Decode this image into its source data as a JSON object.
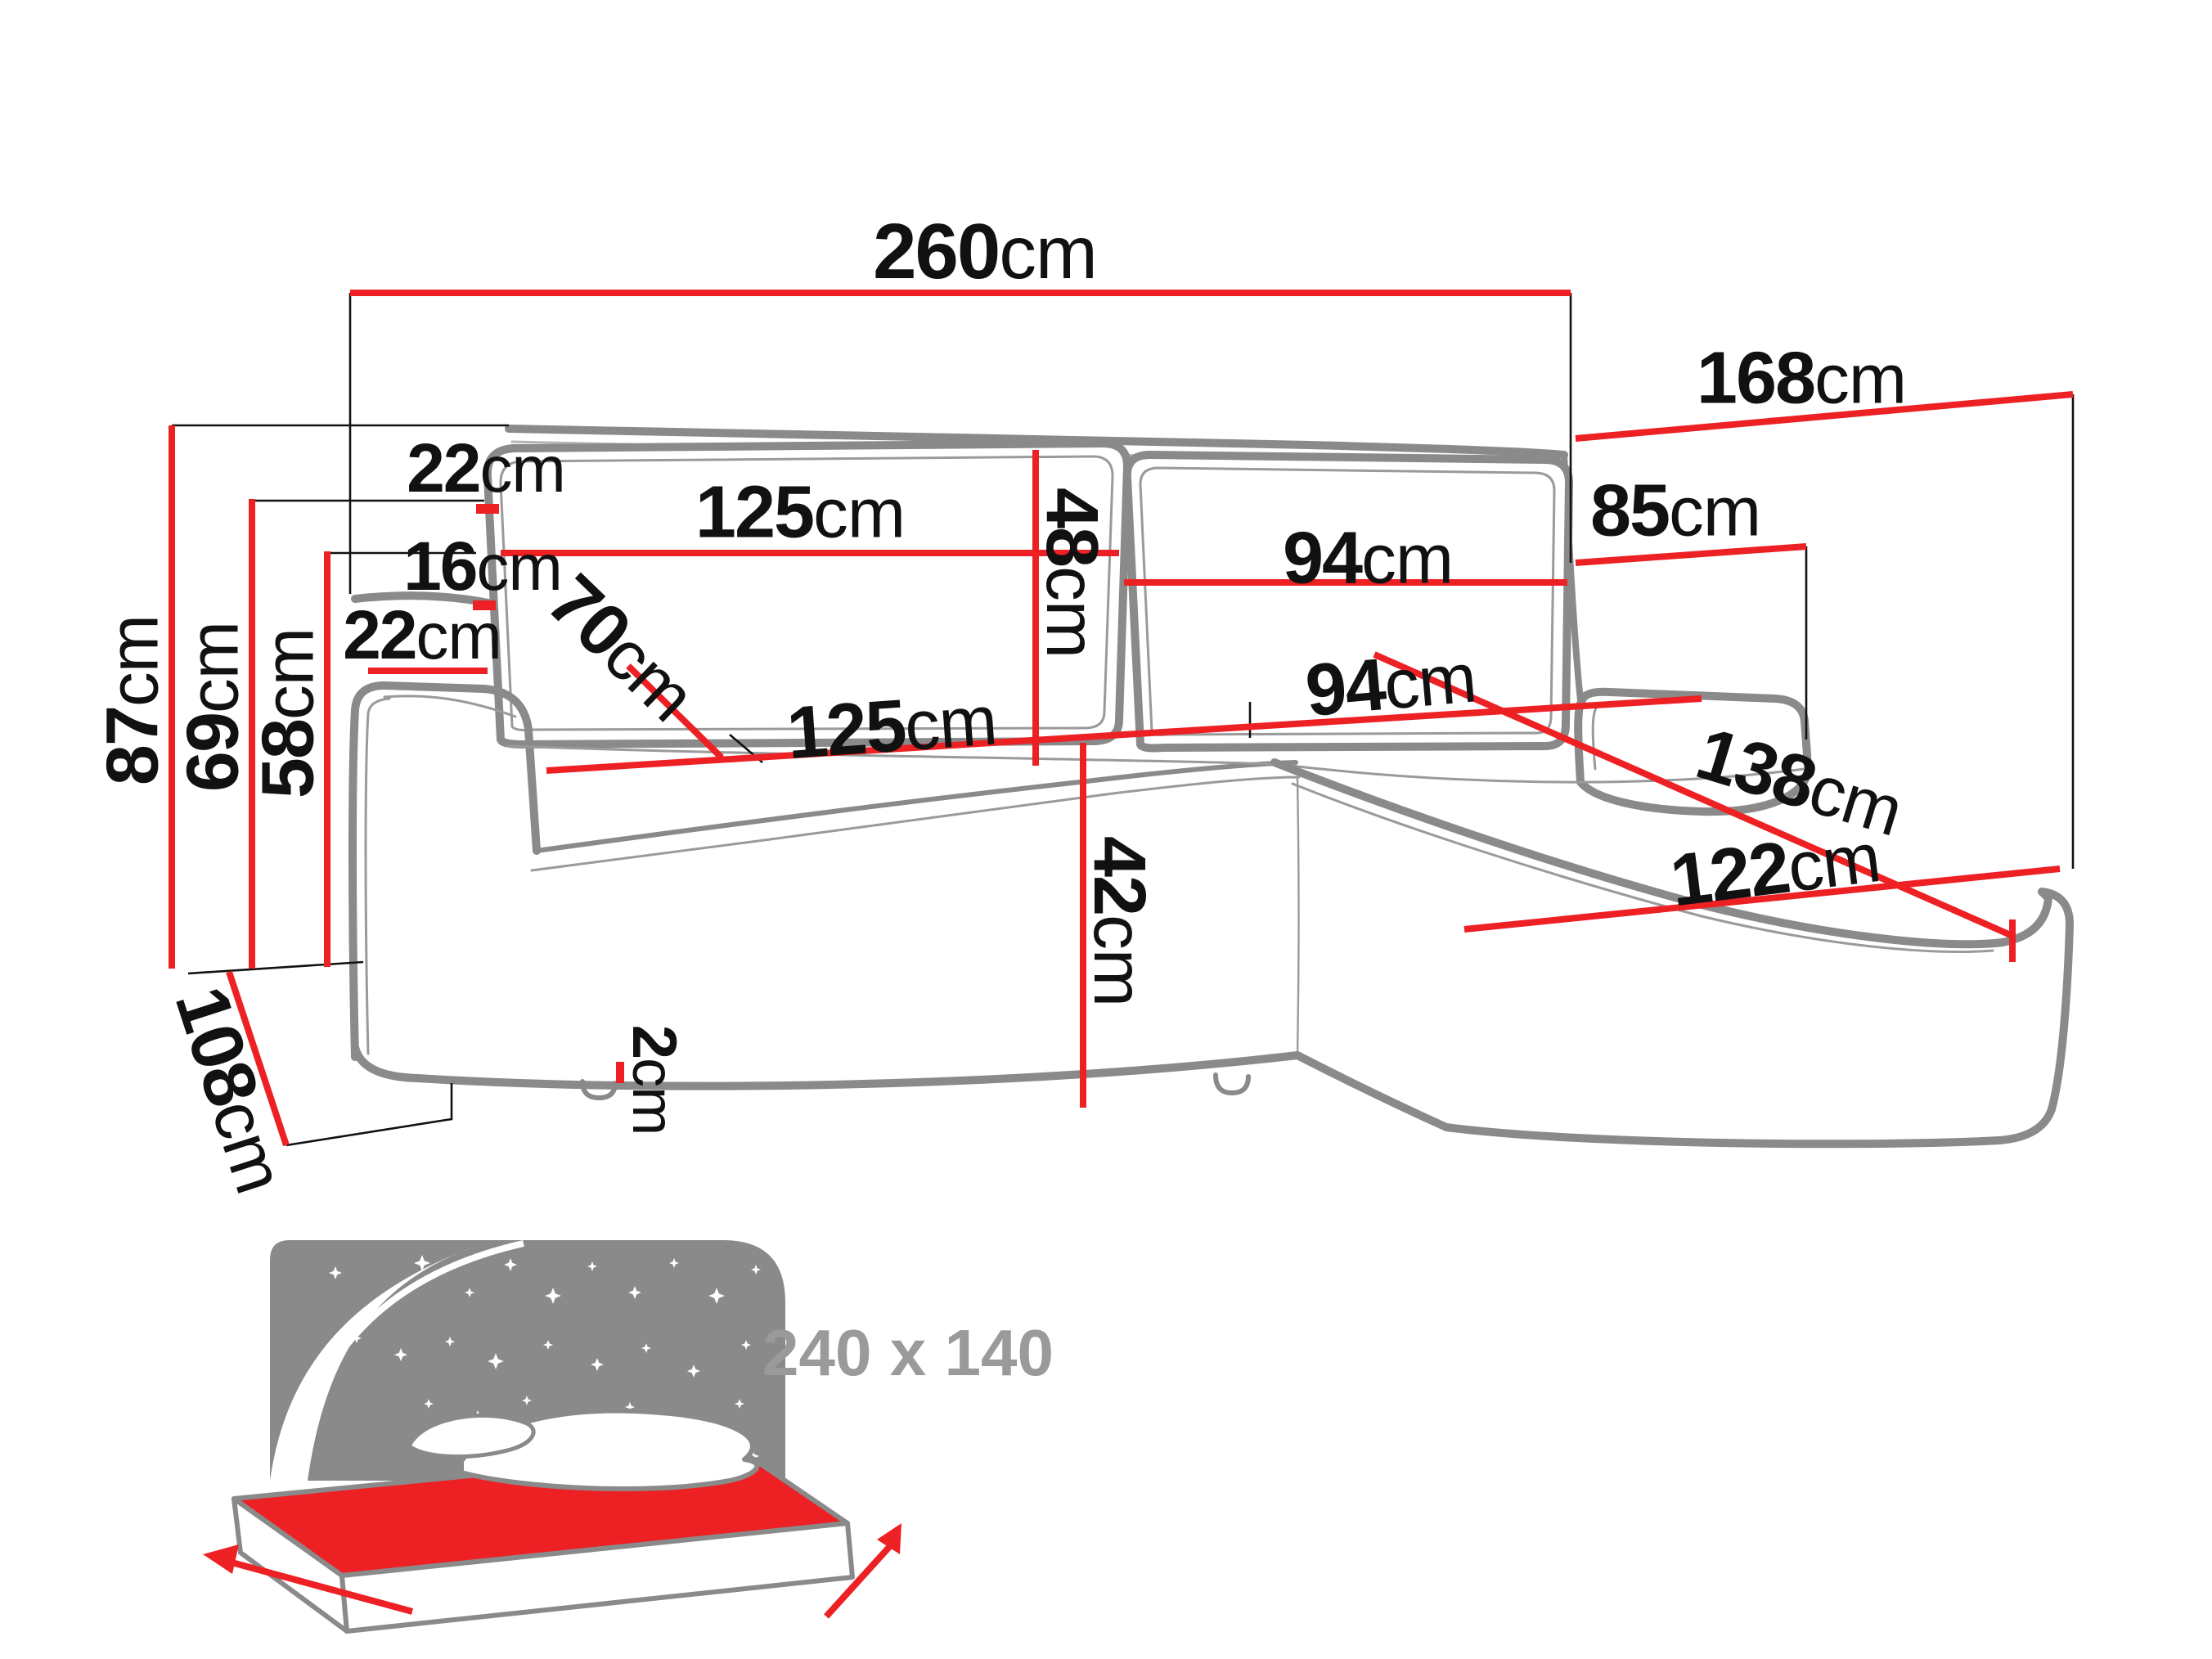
{
  "diagram": {
    "type": "corner-sofa-dimension-drawing",
    "unit": "cm",
    "dimensions": {
      "total_width": {
        "value": "260",
        "unit": "cm"
      },
      "total_depth": {
        "value": "168",
        "unit": "cm"
      },
      "chaise_section_width": {
        "value": "85",
        "unit": "cm"
      },
      "back_gap_top": {
        "value": "22",
        "unit": "cm"
      },
      "backrest_left_width": {
        "value": "125",
        "unit": "cm"
      },
      "backrest_height": {
        "value": "48",
        "unit": "cm"
      },
      "backrest_right_width": {
        "value": "94",
        "unit": "cm"
      },
      "back_gap_bottom": {
        "value": "16",
        "unit": "cm"
      },
      "armrest_width": {
        "value": "22",
        "unit": "cm"
      },
      "seat_depth": {
        "value": "70",
        "unit": "cm"
      },
      "seat_width_left": {
        "value": "125",
        "unit": "cm"
      },
      "seat_width_right": {
        "value": "94",
        "unit": "cm"
      },
      "chaise_diagonal": {
        "value": "138",
        "unit": "cm"
      },
      "chaise_length": {
        "value": "122",
        "unit": "cm"
      },
      "total_height": {
        "value": "87",
        "unit": "cm"
      },
      "armrest_height": {
        "value": "69",
        "unit": "cm"
      },
      "seat_height": {
        "value": "58",
        "unit": "cm"
      },
      "side_depth": {
        "value": "108",
        "unit": "cm"
      },
      "front_height": {
        "value": "42",
        "unit": "cm"
      },
      "leg_height": {
        "value": "2",
        "unit": "cm"
      }
    },
    "sleeping_area": {
      "label": "240 x 140"
    },
    "icons": [
      "sleeping-function-bed-icon",
      "stars-icon",
      "red-dimension-arrows"
    ],
    "colors": {
      "dimension_red": "#ed2024",
      "outline_gray": "#8a8a8a",
      "label_black": "#111111",
      "sleeping_label_gray": "#9a9a9a"
    }
  }
}
